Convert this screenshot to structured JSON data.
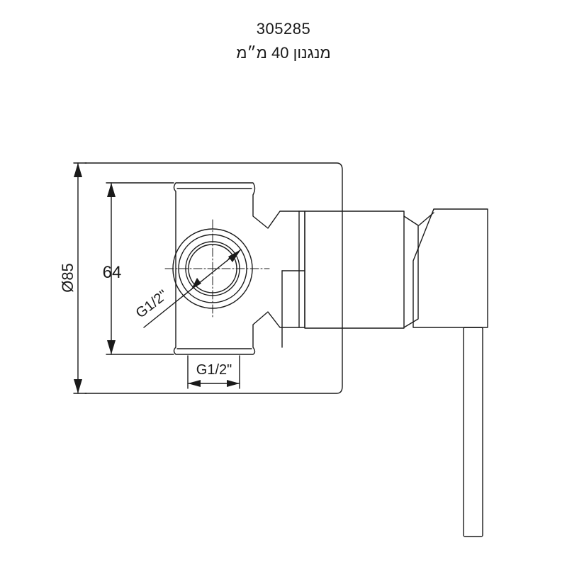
{
  "header": {
    "model_number": "305285",
    "description": "מנגנון 40 מ״מ"
  },
  "dimensions": {
    "outer_diameter": "Ø85",
    "body_height": "64",
    "side_thread": "G1/2\"",
    "bottom_thread": "G1/2\""
  },
  "colors": {
    "line": "#1a1a1a",
    "background": "#ffffff"
  }
}
